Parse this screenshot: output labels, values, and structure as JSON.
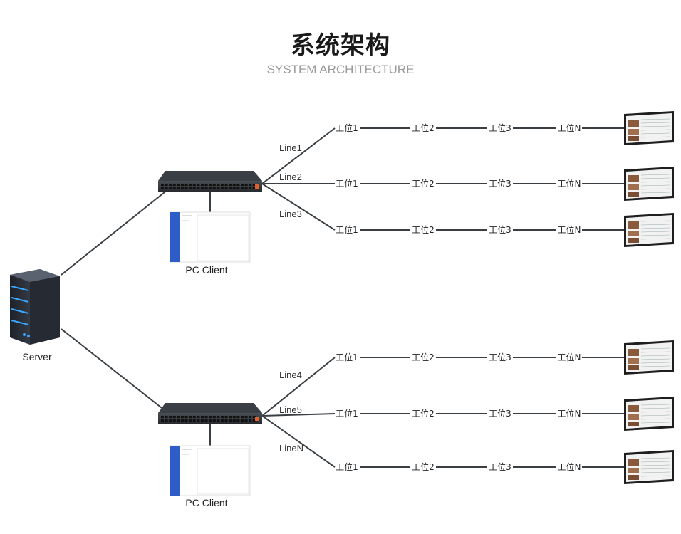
{
  "title": "系统架构",
  "subtitle": "SYSTEM ARCHITECTURE",
  "server_label": "Server",
  "groups": [
    {
      "pc_client_label": "PC Client",
      "lines": [
        {
          "label": "Line1",
          "stations": [
            "工位1",
            "工位2",
            "工位3",
            "工位N"
          ]
        },
        {
          "label": "Line2",
          "stations": [
            "工位1",
            "工位2",
            "工位3",
            "工位N"
          ]
        },
        {
          "label": "Line3",
          "stations": [
            "工位1",
            "工位2",
            "工位3",
            "工位N"
          ]
        }
      ]
    },
    {
      "pc_client_label": "PC Client",
      "lines": [
        {
          "label": "Line4",
          "stations": [
            "工位1",
            "工位2",
            "工位3",
            "工位N"
          ]
        },
        {
          "label": "Line5",
          "stations": [
            "工位1",
            "工位2",
            "工位3",
            "工位N"
          ]
        },
        {
          "label": "LineN",
          "stations": [
            "工位1",
            "工位2",
            "工位3",
            "工位N"
          ]
        }
      ]
    }
  ],
  "colors": {
    "line": "#3a3f44",
    "switch_body": "#2b2f33",
    "server_body": "#2a2f38",
    "server_light": "#39a6ff",
    "client_sidebar": "#2f5dc8",
    "monitor_frame": "#1e1e1e"
  }
}
